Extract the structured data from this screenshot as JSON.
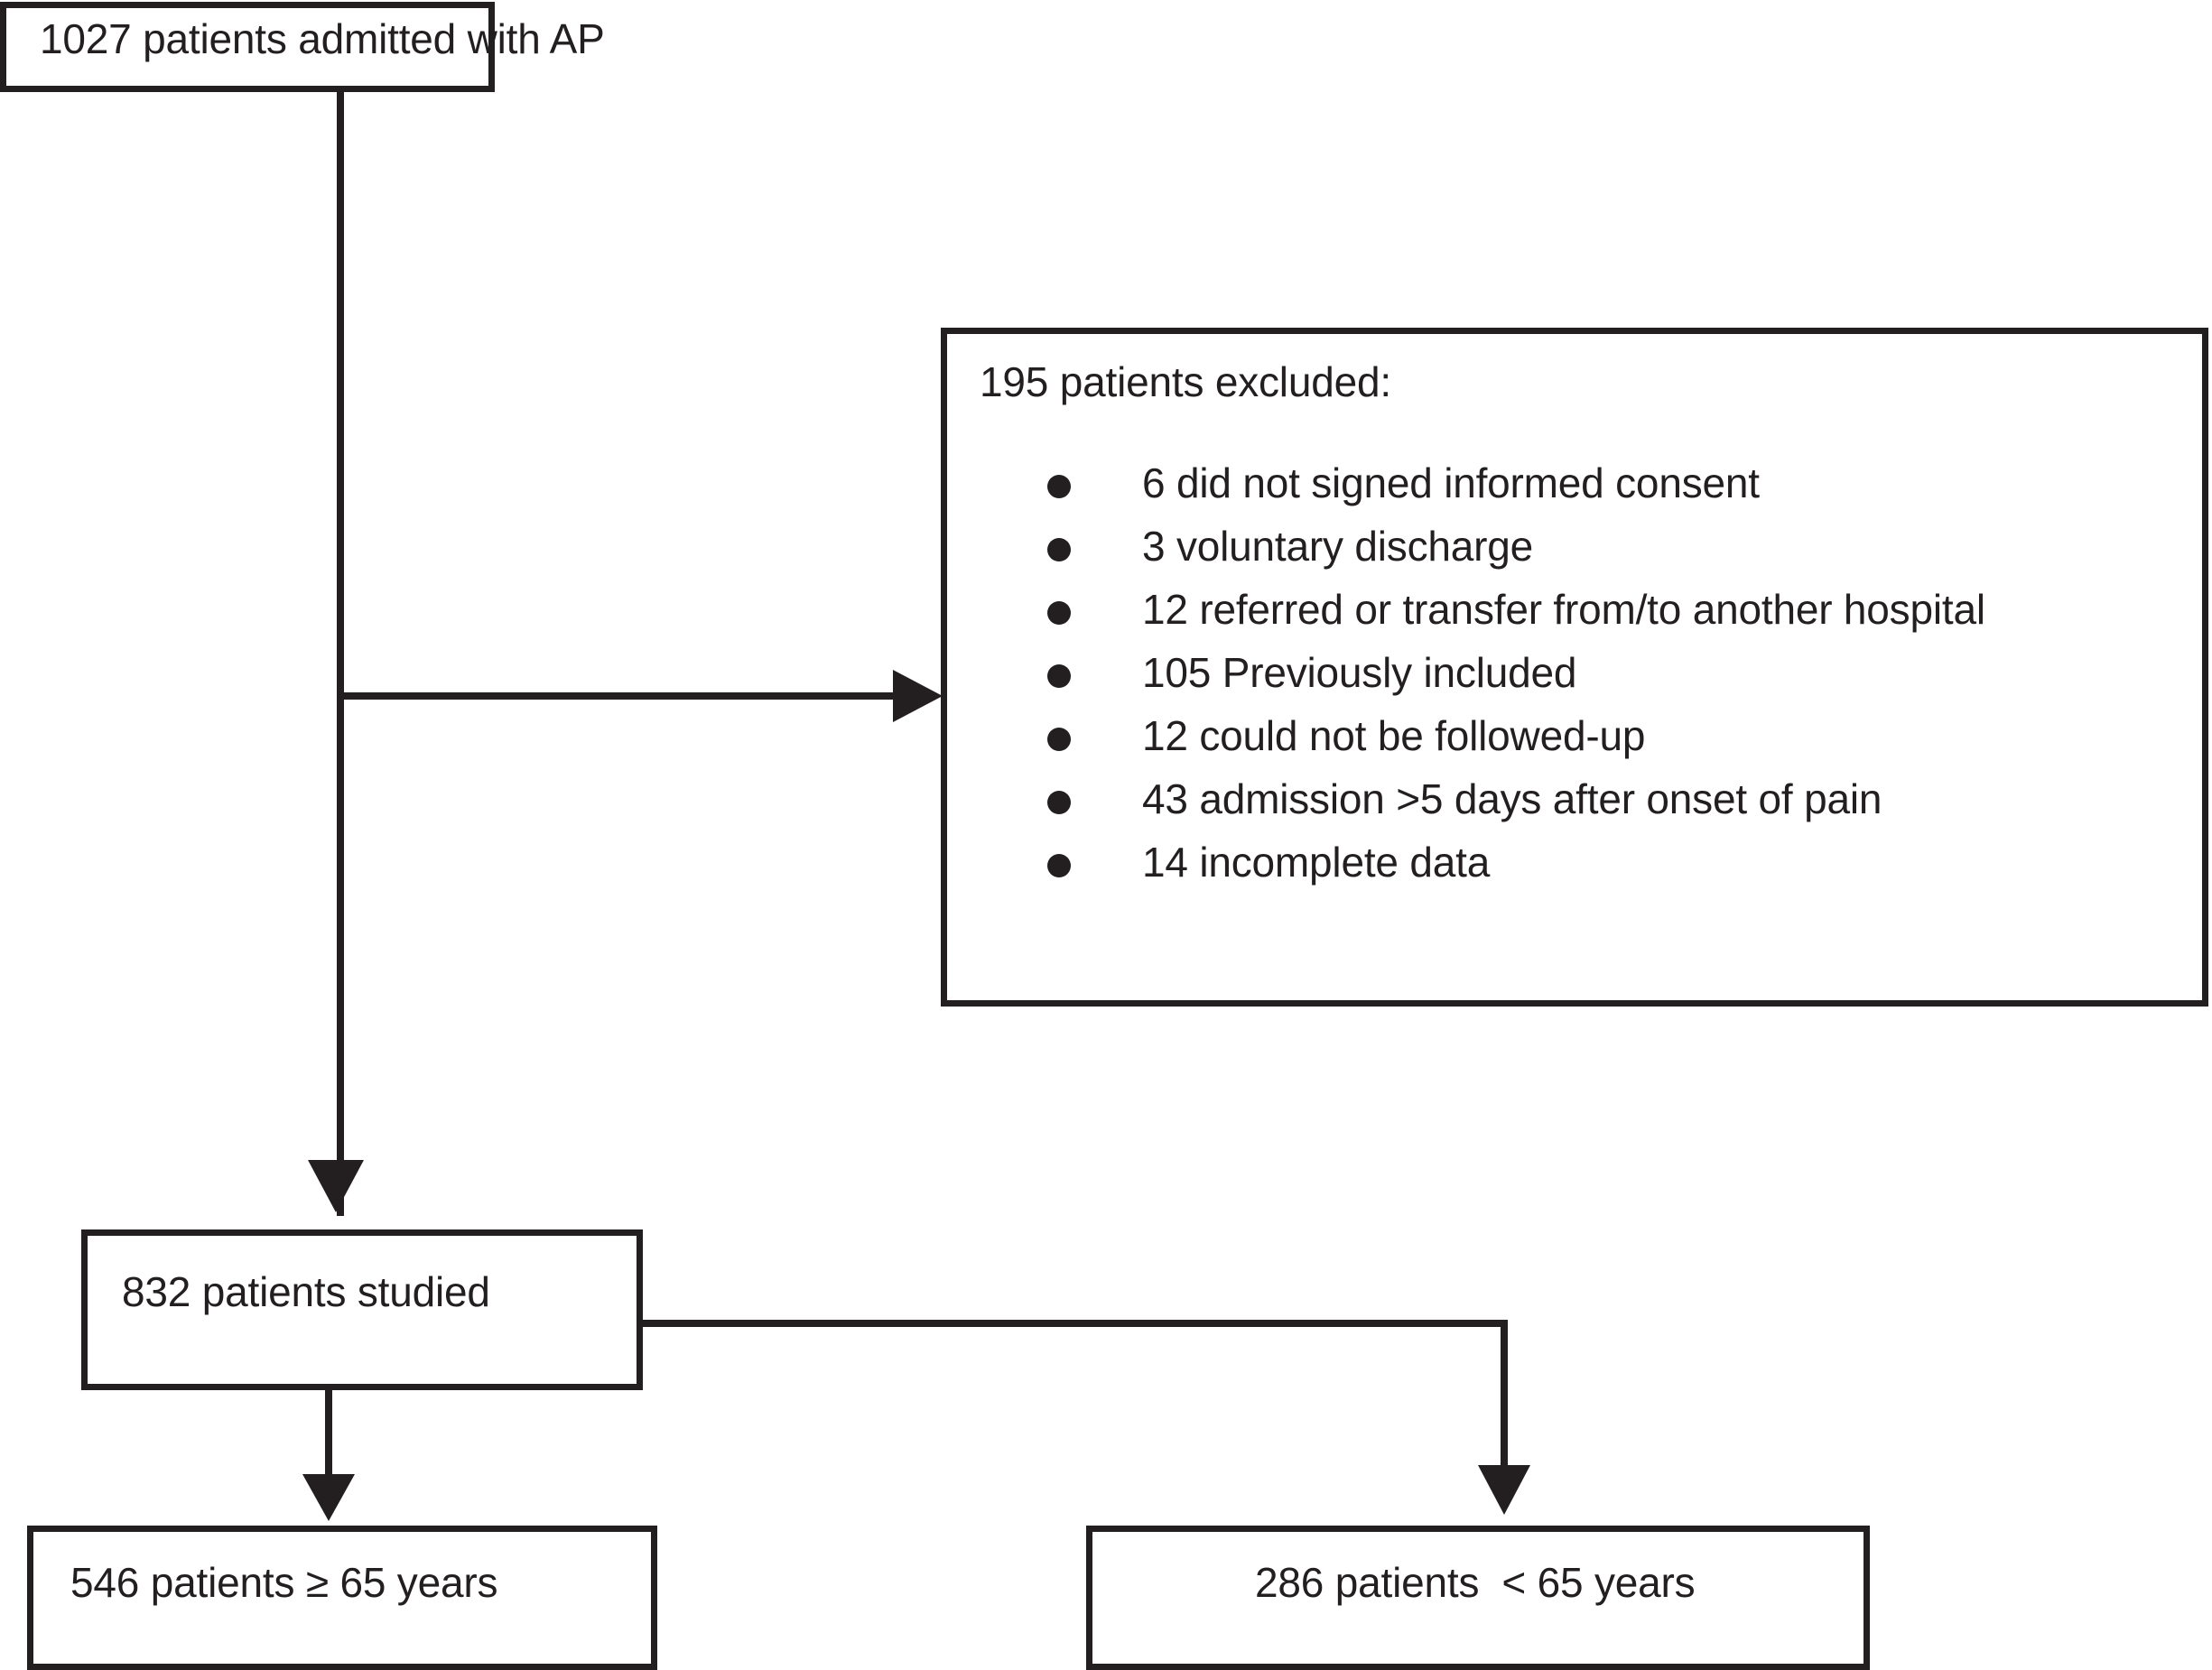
{
  "diagram": {
    "type": "flowchart",
    "title": "Patient enrollment flow diagram",
    "colors": {
      "line": "#231f20",
      "background": "#ffffff",
      "text": "#231f20"
    },
    "nodes": {
      "admitted": {
        "label": "1027 patients admitted with AP",
        "count": 1027
      },
      "excluded": {
        "title": "195 patients excluded:",
        "count": 195,
        "items": [
          "6 did not signed informed consent",
          "3 voluntary discharge",
          "12 referred or transfer from/to another hospital",
          "105 Previously included",
          "12 could not be followed-up",
          "43 admission >5 days after onset of pain",
          "14 incomplete data"
        ]
      },
      "studied": {
        "label": "832 patients studied",
        "count": 832
      },
      "ge65": {
        "label": "546 patients ≥ 65 years",
        "count": 546
      },
      "lt65": {
        "label": "286 patients  < 65 years",
        "count": 286
      }
    }
  }
}
